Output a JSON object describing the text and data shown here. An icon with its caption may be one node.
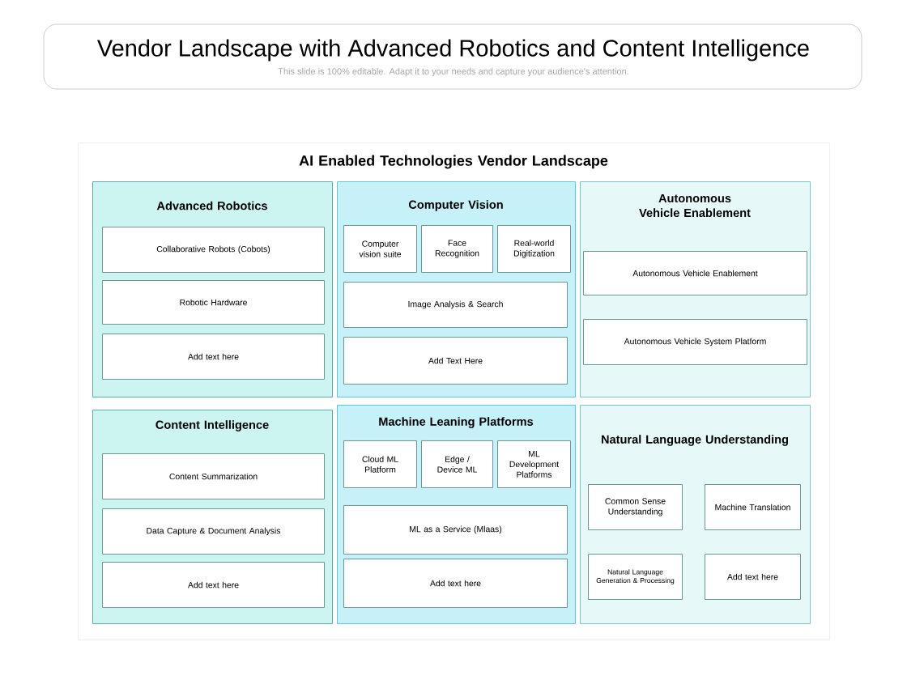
{
  "diagram": {
    "title": "Vendor Landscape with Advanced Robotics and Content Intelligence",
    "nodes": [
      {
        "text": [
          "AI Enabled Technologies Vendor Landscape"
        ]
      },
      {
        "text": [
          "Advanced Robotics"
        ],
        "in": 0
      },
      {
        "text": [
          "Collaborative Robots (Cobots)"
        ],
        "in": 1
      },
      {
        "text": [
          "Robotic Hardware"
        ],
        "in": 1
      },
      {
        "text": [
          "Add text here"
        ],
        "in": 1
      },
      {
        "text": [
          "Computer Vision"
        ],
        "in": 0
      },
      {
        "text": [
          "Computer vision suite"
        ],
        "in": 5
      },
      {
        "text": [
          "Face Recognition"
        ],
        "in": 5
      },
      {
        "text": [
          "Real-world Digitization"
        ],
        "in": 5
      },
      {
        "text": [
          "Image Analysis & Search"
        ],
        "in": 5
      },
      {
        "text": [
          "Add Text Here"
        ],
        "in": 5
      },
      {
        "text": [
          "Autonomous Vehicle Enablement"
        ],
        "in": 0
      },
      {
        "text": [
          "Autonomous Vehicle Enablement"
        ],
        "in": 11
      },
      {
        "text": [
          "Autonomous Vehicle System Platform"
        ],
        "in": 11
      },
      {
        "text": [
          "Content Intelligence"
        ],
        "in": 0
      },
      {
        "text": [
          "Content Summarization"
        ],
        "in": 14
      },
      {
        "text": [
          "Data Capture & Document Analysis"
        ],
        "in": 14
      },
      {
        "text": [
          "Add text here"
        ],
        "in": 14
      },
      {
        "text": [
          "Machine Leaning Platforms"
        ],
        "in": 0
      },
      {
        "text": [
          "Cloud ML Platform"
        ],
        "in": 18
      },
      {
        "text": [
          "Edge / Device ML"
        ],
        "in": 18
      },
      {
        "text": [
          "ML Development Platforms"
        ],
        "in": 18
      },
      {
        "text": [
          "ML as a Service (Mlaas)"
        ],
        "in": 18
      },
      {
        "text": [
          "Add text here"
        ],
        "in": 18
      },
      {
        "text": [
          "Natural Language Understanding"
        ],
        "in": 0
      },
      {
        "text": [
          "Common Sense Understanding"
        ],
        "in": 24
      },
      {
        "text": [
          "Machine Translation"
        ],
        "in": 24
      },
      {
        "text": [
          "Natural Language Generation & Processing"
        ],
        "in": 24
      },
      {
        "text": [
          "Add text here"
        ],
        "in": 24
      }
    ],
    "labels": [
      "This slide is 100% editable. Adapt it to your needs and capture your audience's attention."
    ]
  }
}
